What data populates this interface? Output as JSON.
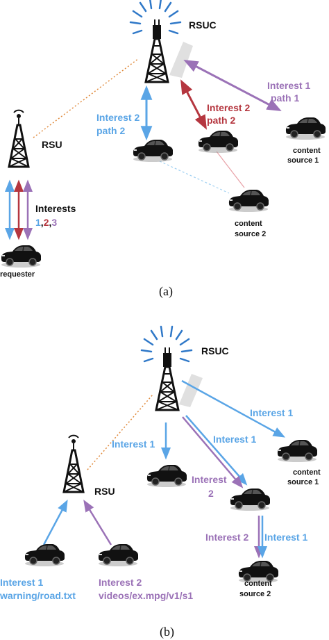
{
  "colors": {
    "blue": "#5aa5e6",
    "red": "#b5363f",
    "purple": "#9b72b7",
    "black": "#111111",
    "orange": "#e08a3c",
    "signal": "#2f78c8"
  },
  "icons": [
    "tower-icon",
    "car-icon",
    "signal-wave-icon"
  ],
  "a": {
    "rsuc": "RSUC",
    "rsu": "RSU",
    "interest1_line1": "Interest 1",
    "interest1_line2": "path 1",
    "interest2_red_line1": "Interest 2",
    "interest2_red_line2": "path 2",
    "interest2_blue_line1": "Interest 2",
    "interest2_blue_line2": "path 2",
    "cs1_line1": "content",
    "cs1_line2": "source 1",
    "cs2_line1": "content",
    "cs2_line2": "source 2",
    "interests_label": "Interests",
    "interests_n1": "1",
    "comma1": ",",
    "interests_n2": "2",
    "comma2": ",",
    "interests_n3": "3",
    "requester": "requester",
    "caption": "(a)"
  },
  "b": {
    "rsuc": "RSUC",
    "rsu": "RSU",
    "interest1_right": "Interest 1",
    "interest1_mid": "Interest 1",
    "interest1_left": "Interest 1",
    "interest2_mid_line1": "Interest",
    "interest2_mid_line2": "2",
    "interest2_low": "Interest 2",
    "interest1_low": "Interest 1",
    "cs1_line1": "content",
    "cs1_line2": "source 1",
    "cs2_line1": "content",
    "cs2_line2": "source 2",
    "req1_line1": "Interest 1",
    "req1_line2": "warning/road.txt",
    "req2_line1": "Interest 2",
    "req2_line2": "videos/ex.mpg/v1/s1",
    "caption": "(b)"
  }
}
